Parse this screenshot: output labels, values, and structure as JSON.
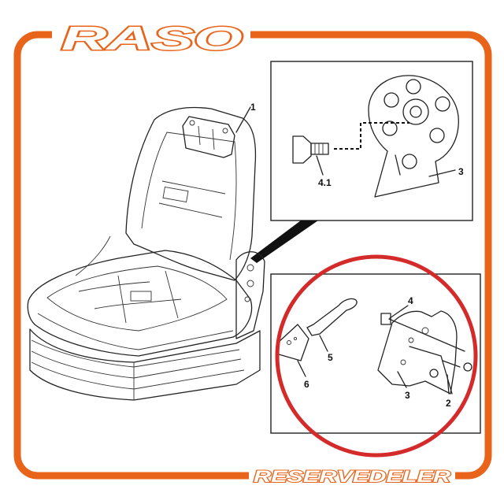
{
  "brand": {
    "logo_text": "RASO",
    "tagline": "RESERVEDELER",
    "frame_color": "#e8641b",
    "highlight_color": "#d42a2a"
  },
  "callouts": {
    "seat": "1",
    "bracket_top": "3",
    "screw_top": "4.1",
    "bolt": "4",
    "lever": "5",
    "cover": "6",
    "bracket_bottom": "3",
    "nut": "2"
  }
}
